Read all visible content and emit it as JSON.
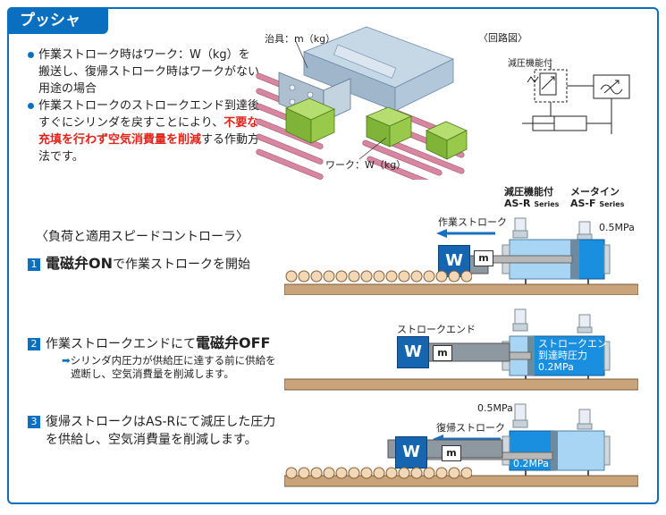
{
  "header": {
    "title": "プッシャ"
  },
  "bullets": {
    "b1": "作業ストローク時はワーク：W（kg）を搬送し、復帰ストローク時はワークがない用途の場合",
    "b2_pre": "作業ストロークのストロークエンド到達後すぐにシリンダを戻すことにより、",
    "b2_red": "不要な充填を行わず空気消費量を削減",
    "b2_post": "する作動方法です。"
  },
  "illustration": {
    "jig_label": "治具：m（kg）",
    "work_label": "ワーク：W（kg）"
  },
  "circuit": {
    "title": "〈回路図〉",
    "subtitle": "減圧機能付"
  },
  "section": {
    "title": "〈負荷と適用スピードコントローラ〉"
  },
  "steps": [
    {
      "num": "1",
      "bold": "電磁弁ON",
      "text": "で作業ストロークを開始"
    },
    {
      "num": "2",
      "pre": "作業ストロークエンドにて",
      "bold": "電磁弁OFF",
      "note_line1": "シリンダ内圧力が供給圧に達する前に供給を",
      "note_line2": "遮断し、空気消費量を削減します。"
    },
    {
      "num": "3",
      "line1": "復帰ストロークはAS-Rにて減圧した圧力",
      "line2": "を供給し、空気消費量を削減します。"
    }
  ],
  "diagrams": {
    "d1": {
      "asr_label": "減圧機能付",
      "asr_model": "AS-R",
      "asf_label": "メータイン",
      "asf_model": "AS-F",
      "series": "Series",
      "stroke_label": "作業ストローク",
      "pressure": "0.5MPa",
      "w": "W",
      "m": "m"
    },
    "d2": {
      "stroke_label": "ストロークエンド",
      "cyl_text1": "ストロークエンド",
      "cyl_text2": "到達時圧力",
      "cyl_text3": "0.2MPa",
      "w": "W",
      "m": "m"
    },
    "d3": {
      "pressure_top": "0.5MPa",
      "stroke_label": "復帰ストローク",
      "cyl_pressure": "0.2MPa",
      "w": "W",
      "m": "m"
    }
  },
  "colors": {
    "accent": "#0b6fbf",
    "red": "#e2231a",
    "cylinder_light": "#a9d5f5",
    "cylinder_dark": "#1a8fe0",
    "rail": "#c9a37a",
    "work_green": "#8bc63f",
    "roller": "#d6869e"
  }
}
